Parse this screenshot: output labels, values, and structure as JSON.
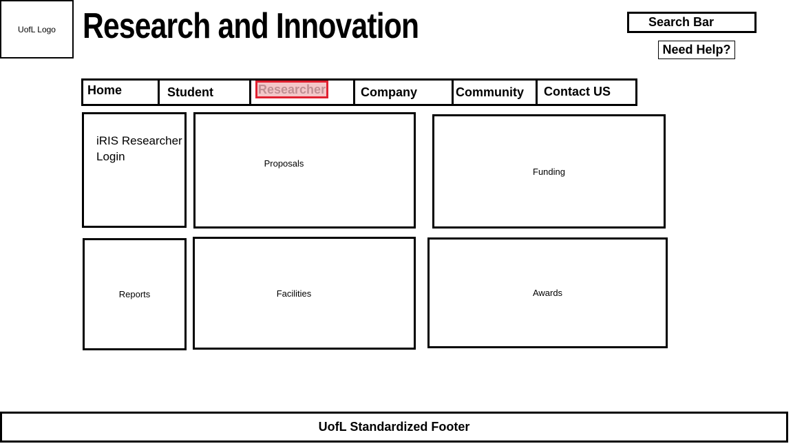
{
  "header": {
    "logo": "UofL Logo",
    "title": "Research and Innovation",
    "search": "Search Bar",
    "help": "Need Help?"
  },
  "nav": [
    "Home",
    "Student",
    "Researcher",
    "Company",
    "Community",
    "Contact US"
  ],
  "tiles": {
    "iris": "iRIS Researcher Login",
    "proposals": "Proposals",
    "funding": "Funding",
    "reports": "Reports",
    "facilities": "Facilities",
    "awards": "Awards"
  },
  "footer": "UofL Standardized Footer"
}
